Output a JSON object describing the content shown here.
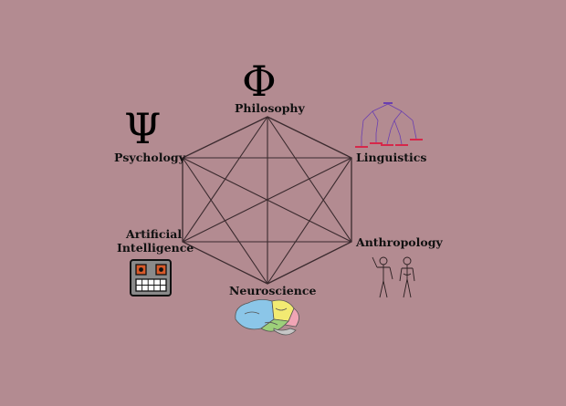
{
  "diagram": {
    "background": "#b38b91",
    "line_color": "#3a2a2e",
    "nodes": [
      {
        "id": "philosophy",
        "label": "Philosophy",
        "symbol": "Φ"
      },
      {
        "id": "linguistics",
        "label": "Linguistics"
      },
      {
        "id": "anthropology",
        "label": "Anthropology"
      },
      {
        "id": "neuroscience",
        "label": "Neuroscience"
      },
      {
        "id": "ai",
        "label_line1": "Artificial",
        "label_line2": "Intelligence"
      },
      {
        "id": "psychology",
        "label": "Psychology",
        "symbol": "Ψ"
      }
    ],
    "icons": [
      "phi-symbol",
      "psi-symbol",
      "syntax-tree-icon",
      "human-figures-icon",
      "brain-icon",
      "robot-face-icon"
    ]
  }
}
